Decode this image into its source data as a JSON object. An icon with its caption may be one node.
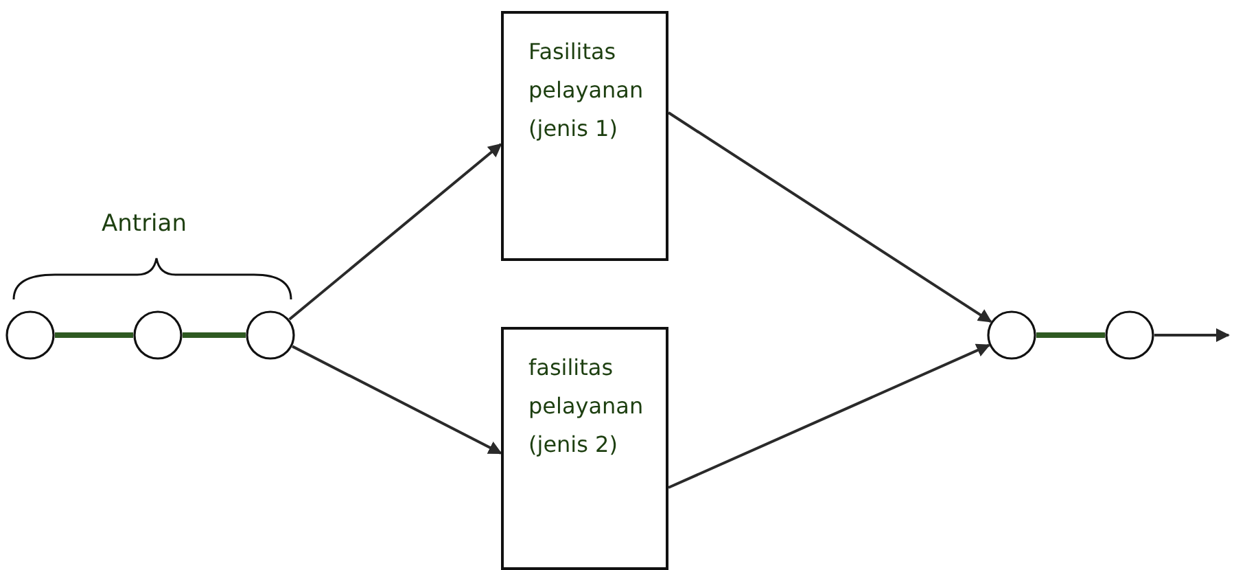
{
  "diagram": {
    "nodes": [
      {
        "text": [],
        "shape": "circle"
      },
      {
        "text": [],
        "shape": "circle"
      },
      {
        "text": [],
        "shape": "circle"
      },
      {
        "text": [
          "Fasilitas pelayanan (jenis 1)"
        ]
      },
      {
        "text": [
          "fasilitas pelayanan (jenis 2)"
        ]
      },
      {
        "text": [],
        "shape": "circle"
      },
      {
        "text": [],
        "shape": "circle"
      }
    ],
    "edges": [
      {
        "from": 0,
        "to": 1,
        "arrow": "none",
        "style": "thick",
        "color": "#2f5a22"
      },
      {
        "from": 1,
        "to": 2,
        "arrow": "none",
        "style": "thick",
        "color": "#2f5a22"
      },
      {
        "from": 2,
        "to": 3,
        "arrow": "to"
      },
      {
        "from": 2,
        "to": 4,
        "arrow": "to"
      },
      {
        "from": 3,
        "to": 5,
        "arrow": "to"
      },
      {
        "from": 4,
        "to": 5,
        "arrow": "to"
      },
      {
        "from": 5,
        "to": 6,
        "arrow": "none",
        "style": "thick",
        "color": "#2f5a22"
      },
      {
        "from": 6,
        "to": null,
        "arrow": "to"
      }
    ],
    "labels": [
      "Antrian"
    ]
  }
}
